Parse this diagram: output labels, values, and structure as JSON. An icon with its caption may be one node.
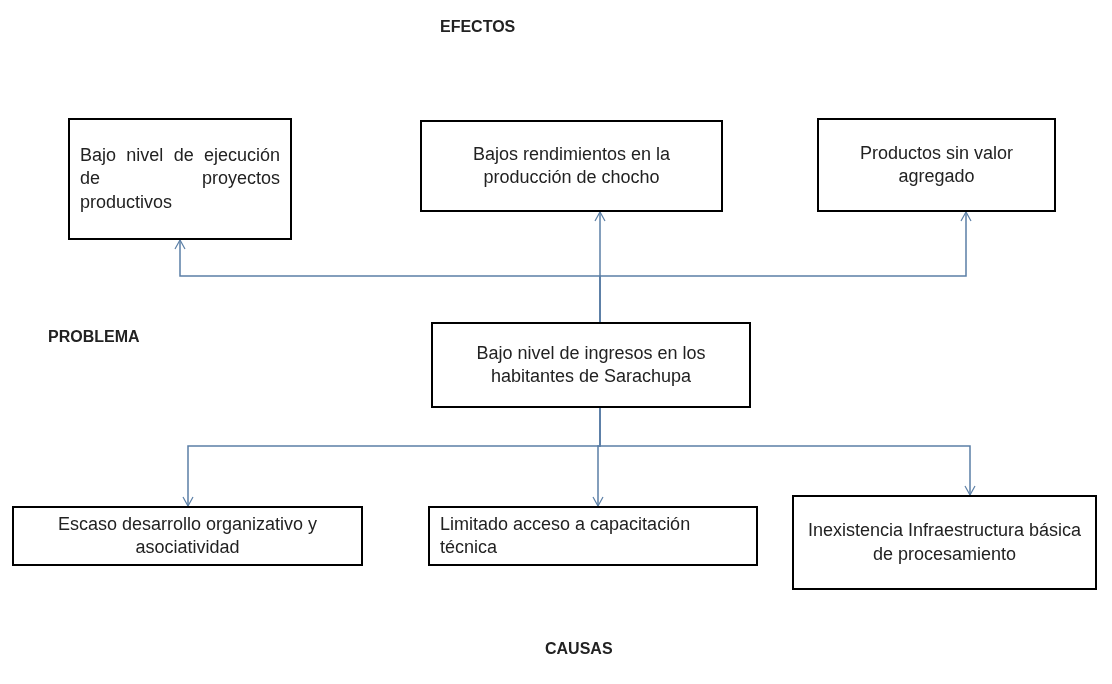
{
  "diagram": {
    "nodes": [
      {
        "text": [
          "Bajo nivel de ejecución de proyectos productivos"
        ]
      },
      {
        "text": [
          "Bajos rendimientos en la producción de chocho"
        ]
      },
      {
        "text": [
          "Productos sin valor agregado"
        ]
      },
      {
        "text": [
          "Bajo nivel de ingresos en los habitantes de Sarachupa"
        ]
      },
      {
        "text": [
          "Escaso desarrollo organizativo y asociatividad"
        ]
      },
      {
        "text": [
          "Limitado acceso a capacitación técnica"
        ]
      },
      {
        "text": [
          "Inexistencia Infraestructura básica de procesamiento"
        ]
      }
    ],
    "edges": [
      {
        "from": 3,
        "to": 0,
        "arrow": "to"
      },
      {
        "from": 3,
        "to": 1,
        "arrow": "to"
      },
      {
        "from": 3,
        "to": 2,
        "arrow": "to"
      },
      {
        "from": 3,
        "to": 4,
        "arrow": "to"
      },
      {
        "from": 3,
        "to": 5,
        "arrow": "to"
      },
      {
        "from": 3,
        "to": 6,
        "arrow": "to"
      }
    ],
    "labels": [
      "EFECTOS",
      "PROBLEMA",
      "CAUSAS"
    ]
  }
}
